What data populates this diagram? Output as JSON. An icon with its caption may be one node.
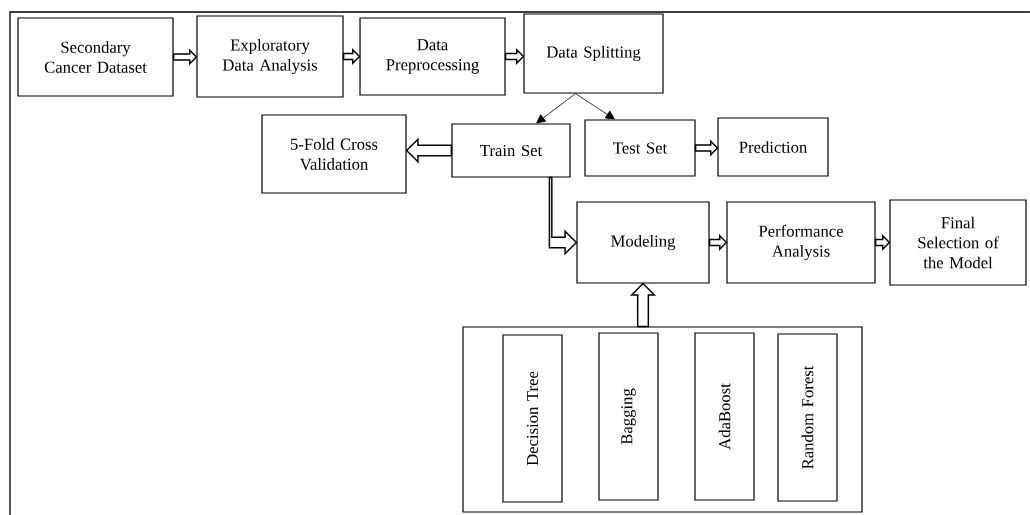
{
  "diagram": {
    "nodes": [
      {
        "text": [
          "Secondary Cancer Dataset"
        ]
      },
      {
        "text": [
          "Exploratory Data Analysis"
        ]
      },
      {
        "text": [
          "Data Preprocessing"
        ]
      },
      {
        "text": [
          "Data Splitting"
        ]
      },
      {
        "text": [
          "5-Fold Cross Validation"
        ]
      },
      {
        "text": [
          "Train Set"
        ]
      },
      {
        "text": [
          "Test Set"
        ]
      },
      {
        "text": [
          "Prediction"
        ]
      },
      {
        "text": [
          "Modeling"
        ]
      },
      {
        "text": [
          "Performance Analysis"
        ]
      },
      {
        "text": [
          "Final Selection of the Model"
        ]
      },
      {
        "text": [],
        "shape": "box"
      },
      {
        "text": [
          "Decision Tree"
        ],
        "in": 11
      },
      {
        "text": [
          "Bagging"
        ],
        "in": 11
      },
      {
        "text": [
          "AdaBoost"
        ],
        "in": 11
      },
      {
        "text": [
          "Random Forest"
        ],
        "in": 11
      }
    ],
    "edges": [
      {
        "from": 0,
        "to": 1,
        "arrow": "to",
        "style": "thick"
      },
      {
        "from": 1,
        "to": 2,
        "arrow": "to",
        "style": "thick"
      },
      {
        "from": 2,
        "to": 3,
        "arrow": "to",
        "style": "thick"
      },
      {
        "from": 3,
        "to": 5,
        "arrow": "to"
      },
      {
        "from": 3,
        "to": 6,
        "arrow": "to"
      },
      {
        "from": 5,
        "to": 4,
        "arrow": "to",
        "style": "thick"
      },
      {
        "from": 6,
        "to": 7,
        "arrow": "to",
        "style": "thick"
      },
      {
        "from": 5,
        "to": 8,
        "arrow": "to",
        "style": "thick"
      },
      {
        "from": 8,
        "to": 9,
        "arrow": "to",
        "style": "thick"
      },
      {
        "from": 9,
        "to": 10,
        "arrow": "to",
        "style": "thick"
      },
      {
        "from": 11,
        "to": 8,
        "arrow": "to",
        "style": "thick"
      }
    ]
  }
}
